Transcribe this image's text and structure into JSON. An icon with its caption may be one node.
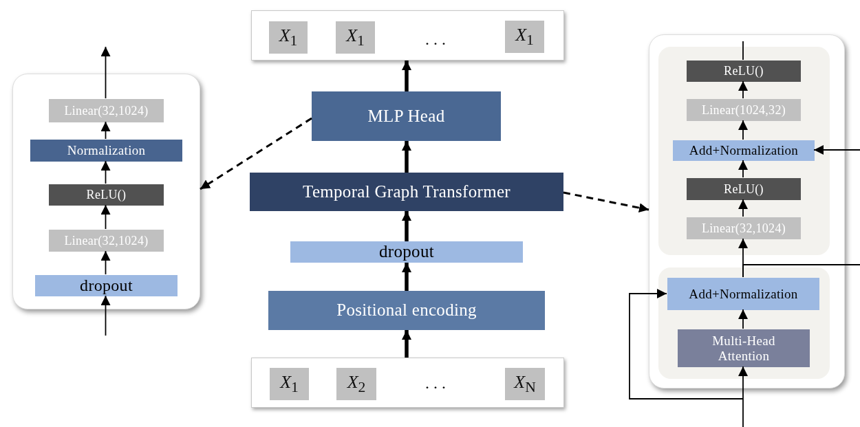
{
  "diagram": {
    "nodes": [
      {
        "text": [],
        "shape": "box"
      },
      {
        "text": [
          "*X*$_{1}$"
        ],
        "in": 0
      },
      {
        "text": [
          "*X*$_{1}$"
        ],
        "in": 0
      },
      {
        "text": [
          "*X*$_{1}$"
        ],
        "in": 0
      },
      {
        "text": [
          "MLP Head"
        ]
      },
      {
        "text": [
          "Temporal Graph Transformer"
        ]
      },
      {
        "text": [
          "dropout"
        ]
      },
      {
        "text": [
          "Positional encoding"
        ]
      },
      {
        "text": [],
        "shape": "box"
      },
      {
        "text": [
          "*X*$_{1}$"
        ],
        "in": 8
      },
      {
        "text": [
          "*X*$_{2}$"
        ],
        "in": 8
      },
      {
        "text": [
          "*X*$_{N}$"
        ],
        "in": 8
      },
      {
        "text": [],
        "shape": "box"
      },
      {
        "text": [
          "Linear(32,1024)"
        ],
        "in": 12
      },
      {
        "text": [
          "Normalization"
        ],
        "in": 12
      },
      {
        "text": [
          "ReLU()"
        ],
        "in": 12
      },
      {
        "text": [
          "Linear(32,1024)"
        ],
        "in": 12
      },
      {
        "text": [
          "dropout"
        ],
        "in": 12
      },
      {
        "text": [],
        "shape": "box"
      },
      {
        "text": [],
        "shape": "box",
        "in": 18
      },
      {
        "text": [
          "ReLU()"
        ],
        "in": 19
      },
      {
        "text": [
          "Linear(1024,32)"
        ],
        "in": 19
      },
      {
        "text": [
          "Add+Normalization"
        ],
        "in": 19
      },
      {
        "text": [
          "ReLU()"
        ],
        "in": 19
      },
      {
        "text": [
          "Linear(32,1024)"
        ],
        "in": 19
      },
      {
        "text": [],
        "shape": "box",
        "in": 18
      },
      {
        "text": [
          "Add+Normalization"
        ],
        "in": 25
      },
      {
        "text": [
          "Multi-Head Attention"
        ],
        "in": 25
      }
    ],
    "edges": [
      {
        "from": 8,
        "to": 7,
        "arrow": "to",
        "style": "thick"
      },
      {
        "from": 7,
        "to": 6,
        "arrow": "to",
        "style": "thick"
      },
      {
        "from": 6,
        "to": 5,
        "arrow": "to",
        "style": "thick"
      },
      {
        "from": 5,
        "to": 4,
        "arrow": "to",
        "style": "thick"
      },
      {
        "from": 4,
        "to": 0,
        "arrow": "to",
        "style": "thick"
      },
      {
        "from": 4,
        "to": 12,
        "arrow": "to",
        "style": "dashed"
      },
      {
        "from": 5,
        "to": 18,
        "arrow": "to",
        "style": "dashed"
      },
      {
        "from": null,
        "to": 17,
        "arrow": "to"
      },
      {
        "from": 17,
        "to": 16,
        "arrow": "to"
      },
      {
        "from": 16,
        "to": 15,
        "arrow": "to"
      },
      {
        "from": 15,
        "to": 14,
        "arrow": "to"
      },
      {
        "from": 14,
        "to": 13,
        "arrow": "to"
      },
      {
        "from": 13,
        "to": null,
        "arrow": "to"
      },
      {
        "from": null,
        "to": 27,
        "arrow": "to"
      },
      {
        "from": 27,
        "to": 26,
        "arrow": "to"
      },
      {
        "from": null,
        "to": 26,
        "arrow": "to"
      },
      {
        "from": 26,
        "to": 24,
        "arrow": "to"
      },
      {
        "from": 26,
        "to": null,
        "arrow": "none"
      },
      {
        "from": 24,
        "to": 23,
        "arrow": "to"
      },
      {
        "from": 23,
        "to": 22,
        "arrow": "to"
      },
      {
        "from": 22,
        "to": 21,
        "arrow": "to"
      },
      {
        "from": 21,
        "to": 20,
        "arrow": "to"
      },
      {
        "from": 20,
        "to": null,
        "arrow": "none"
      },
      {
        "from": null,
        "to": 22,
        "arrow": "to"
      }
    ],
    "labels": [
      "...",
      "..."
    ]
  }
}
